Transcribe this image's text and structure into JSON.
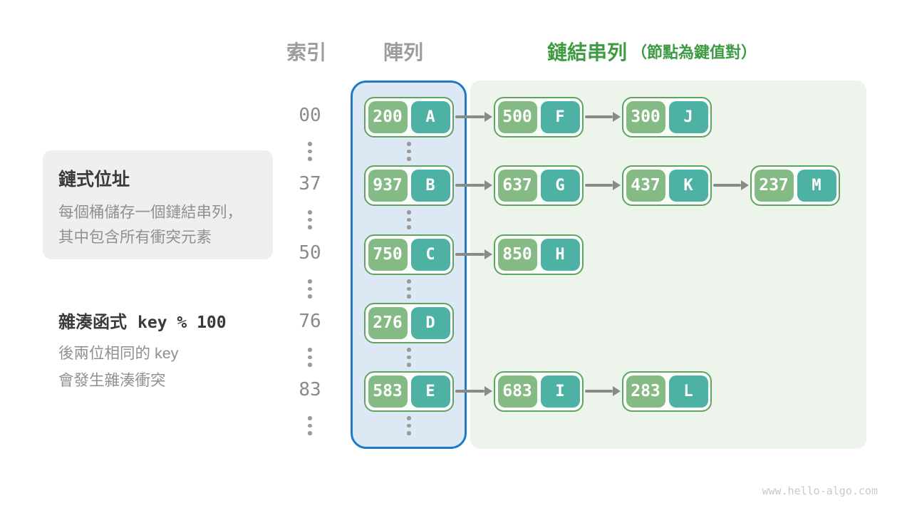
{
  "colors": {
    "key_cell": "#84BA83",
    "value_cell": "#4DB1A4",
    "node_border": "#61A361",
    "node_bg": "#FBFDFA",
    "cell_text": "#FFFFFF",
    "array_bg": "#DCE9F5",
    "array_border": "#1D7AC8",
    "list_bg": "#EDF4EC",
    "header_gray": "#9C9C9C",
    "header_green": "#3E9B43",
    "text_dark": "#3A3A3A",
    "text_gray": "#909090",
    "arrow": "#8A8A8A",
    "dots": "#9A9A9A",
    "box_bg": "#EFEFEF",
    "index_text": "#8A8A8A",
    "watermark": "#C9C9C9"
  },
  "headers": {
    "index": "索引",
    "array": "陣列",
    "linked_list": "鏈結串列",
    "linked_list_note": "（節點為鍵值對）"
  },
  "annotations": {
    "chaining": {
      "title": "鏈式位址",
      "lines": [
        "每個桶儲存一個鏈結串列，",
        "其中包含所有衝突元素"
      ]
    },
    "hash_fn": {
      "label": "雜湊函式",
      "code": "key % 100",
      "lines": [
        "後兩位相同的 key",
        "會發生雜湊衝突"
      ]
    }
  },
  "watermark": "www.hello-algo.com",
  "buckets": [
    {
      "index": "00",
      "chain": [
        {
          "key": "200",
          "value": "A"
        },
        {
          "key": "500",
          "value": "F"
        },
        {
          "key": "300",
          "value": "J"
        }
      ]
    },
    {
      "index": "37",
      "chain": [
        {
          "key": "937",
          "value": "B"
        },
        {
          "key": "637",
          "value": "G"
        },
        {
          "key": "437",
          "value": "K"
        },
        {
          "key": "237",
          "value": "M"
        }
      ]
    },
    {
      "index": "50",
      "chain": [
        {
          "key": "750",
          "value": "C"
        },
        {
          "key": "850",
          "value": "H"
        }
      ]
    },
    {
      "index": "76",
      "chain": [
        {
          "key": "276",
          "value": "D"
        }
      ]
    },
    {
      "index": "83",
      "chain": [
        {
          "key": "583",
          "value": "E"
        },
        {
          "key": "683",
          "value": "I"
        },
        {
          "key": "283",
          "value": "L"
        }
      ]
    }
  ]
}
